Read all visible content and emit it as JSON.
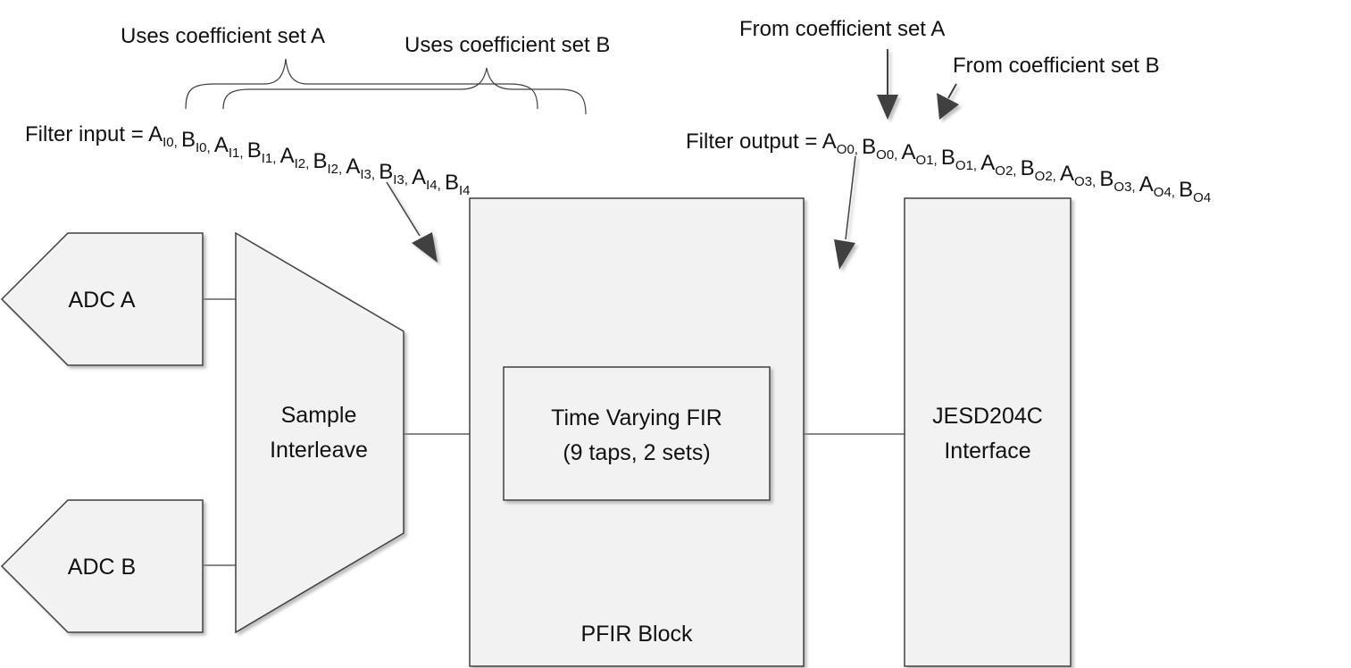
{
  "annotations": {
    "uses_set_a": "Uses coefficient set A",
    "uses_set_b": "Uses coefficient set B",
    "from_set_a": "From coefficient set A",
    "from_set_b": "From coefficient set B"
  },
  "filter_input": {
    "prefix": "Filter input = ",
    "terms": [
      {
        "base": "A",
        "sub": "I0",
        "sep": ", "
      },
      {
        "base": "B",
        "sub": "I0",
        "sep": ", "
      },
      {
        "base": "A",
        "sub": "I1",
        "sep": ", "
      },
      {
        "base": "B",
        "sub": "I1",
        "sep": ", "
      },
      {
        "base": "A",
        "sub": "I2",
        "sep": ", "
      },
      {
        "base": "B",
        "sub": "I2",
        "sep": ", "
      },
      {
        "base": "A",
        "sub": "I3",
        "sep": ", "
      },
      {
        "base": "B",
        "sub": "I3",
        "sep": ", "
      },
      {
        "base": "A",
        "sub": "I4",
        "sep": ", "
      },
      {
        "base": "B",
        "sub": "I4",
        "sep": ""
      }
    ]
  },
  "filter_output": {
    "prefix": "Filter output = ",
    "terms": [
      {
        "base": "A",
        "sub": "O0",
        "sep": ", "
      },
      {
        "base": "B",
        "sub": "O0",
        "sep": ", "
      },
      {
        "base": "A",
        "sub": "O1",
        "sep": ", "
      },
      {
        "base": "B",
        "sub": "O1",
        "sep": ", "
      },
      {
        "base": "A",
        "sub": "O2",
        "sep": ", "
      },
      {
        "base": "B",
        "sub": "O2",
        "sep": ", "
      },
      {
        "base": "A",
        "sub": "O3",
        "sep": ", "
      },
      {
        "base": "B",
        "sub": "O3",
        "sep": ", "
      },
      {
        "base": "A",
        "sub": "O4",
        "sep": ", "
      },
      {
        "base": "B",
        "sub": "O4",
        "sep": ""
      }
    ]
  },
  "blocks": {
    "adc_a": "ADC A",
    "adc_b": "ADC B",
    "interleave_line1": "Sample",
    "interleave_line2": "Interleave",
    "fir_line1": "Time Varying FIR",
    "fir_line2": "(9 taps, 2 sets)",
    "pfir": "PFIR Block",
    "jesd_line1": "JESD204C",
    "jesd_line2": "Interface"
  }
}
